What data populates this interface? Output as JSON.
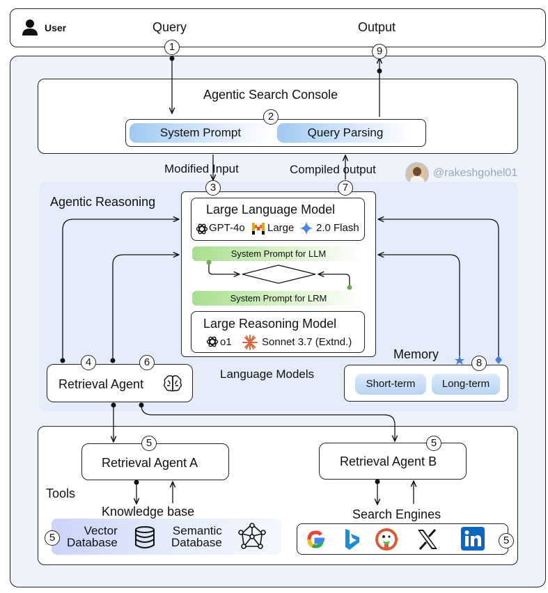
{
  "user": {
    "label": "User",
    "query_label": "Query",
    "output_label": "Output"
  },
  "steps": {
    "s1": "1",
    "s2": "2",
    "s3": "3",
    "s4": "4",
    "s5": "5",
    "s6": "6",
    "s7": "7",
    "s8": "8",
    "s9": "9"
  },
  "console": {
    "title": "Agentic Search Console",
    "system_prompt": "System Prompt",
    "query_parsing": "Query Parsing"
  },
  "flow": {
    "modified_input": "Modified Input",
    "compiled_output": "Compiled output"
  },
  "watermark": {
    "handle": "@rakeshgohel01"
  },
  "reasoning": {
    "title": "Agentic Reasoning",
    "section_label": "Language Models",
    "llm": {
      "title": "Large Language Model",
      "model_a": "GPT-4o",
      "model_b": "Large",
      "model_c": "2.0 Flash"
    },
    "prompt_llm": "System Prompt for LLM",
    "switch": "(Switch)",
    "prompt_lrm": "System Prompt for LRM",
    "lrm": {
      "title": "Large Reasoning Model",
      "model_a": "o1",
      "model_b": "Sonnet 3.7 (Extnd.)"
    },
    "retrieval_agent": "Retrieval Agent",
    "memory": {
      "title": "Memory",
      "short": "Short-term",
      "long": "Long-term"
    }
  },
  "tools": {
    "title": "Tools",
    "agent_a": "Retrieval Agent A",
    "agent_b": "Retrieval Agent B",
    "knowledge_base": "Knowledge base",
    "search_engines": "Search Engines",
    "vector_db": "Vector\nDatabase",
    "semantic_db": "Semantic\nDatabase"
  },
  "colors": {
    "panel_blue": "#eef3fb",
    "accent_blue": "#9fc9f2",
    "accent_green": "#a8de8e",
    "memory_dot": "#4a7be0"
  },
  "icons": [
    "user-icon",
    "openai-icon",
    "mistral-icon",
    "gemini-icon",
    "claude-icon",
    "brain-icon",
    "database-icon",
    "network-icon",
    "google-icon",
    "bing-icon",
    "duckduckgo-icon",
    "x-icon",
    "linkedin-icon"
  ]
}
